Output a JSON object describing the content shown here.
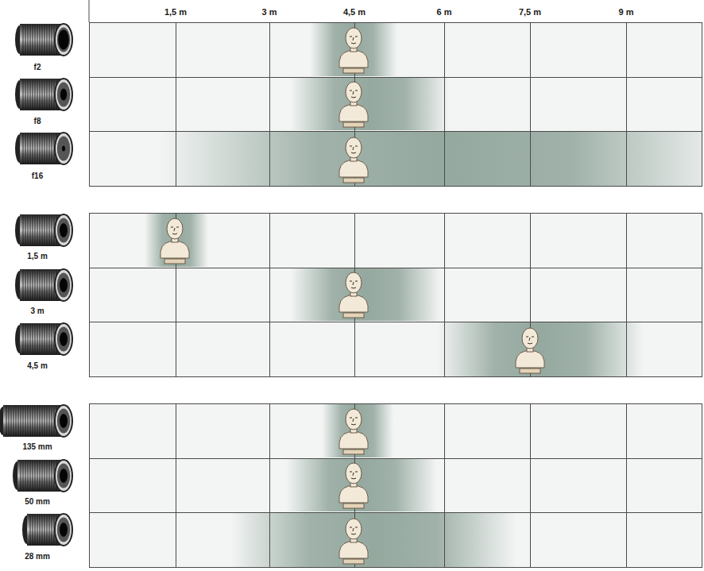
{
  "diagram": {
    "labels": [
      "1,5 m",
      "3 m",
      "4,5 m",
      "6 m",
      "7,5 m",
      "9 m",
      "f2",
      "f8",
      "f16",
      "1,5 m",
      "3 m",
      "4,5 m",
      "135 mm",
      "50 mm",
      "28 mm"
    ]
  }
}
